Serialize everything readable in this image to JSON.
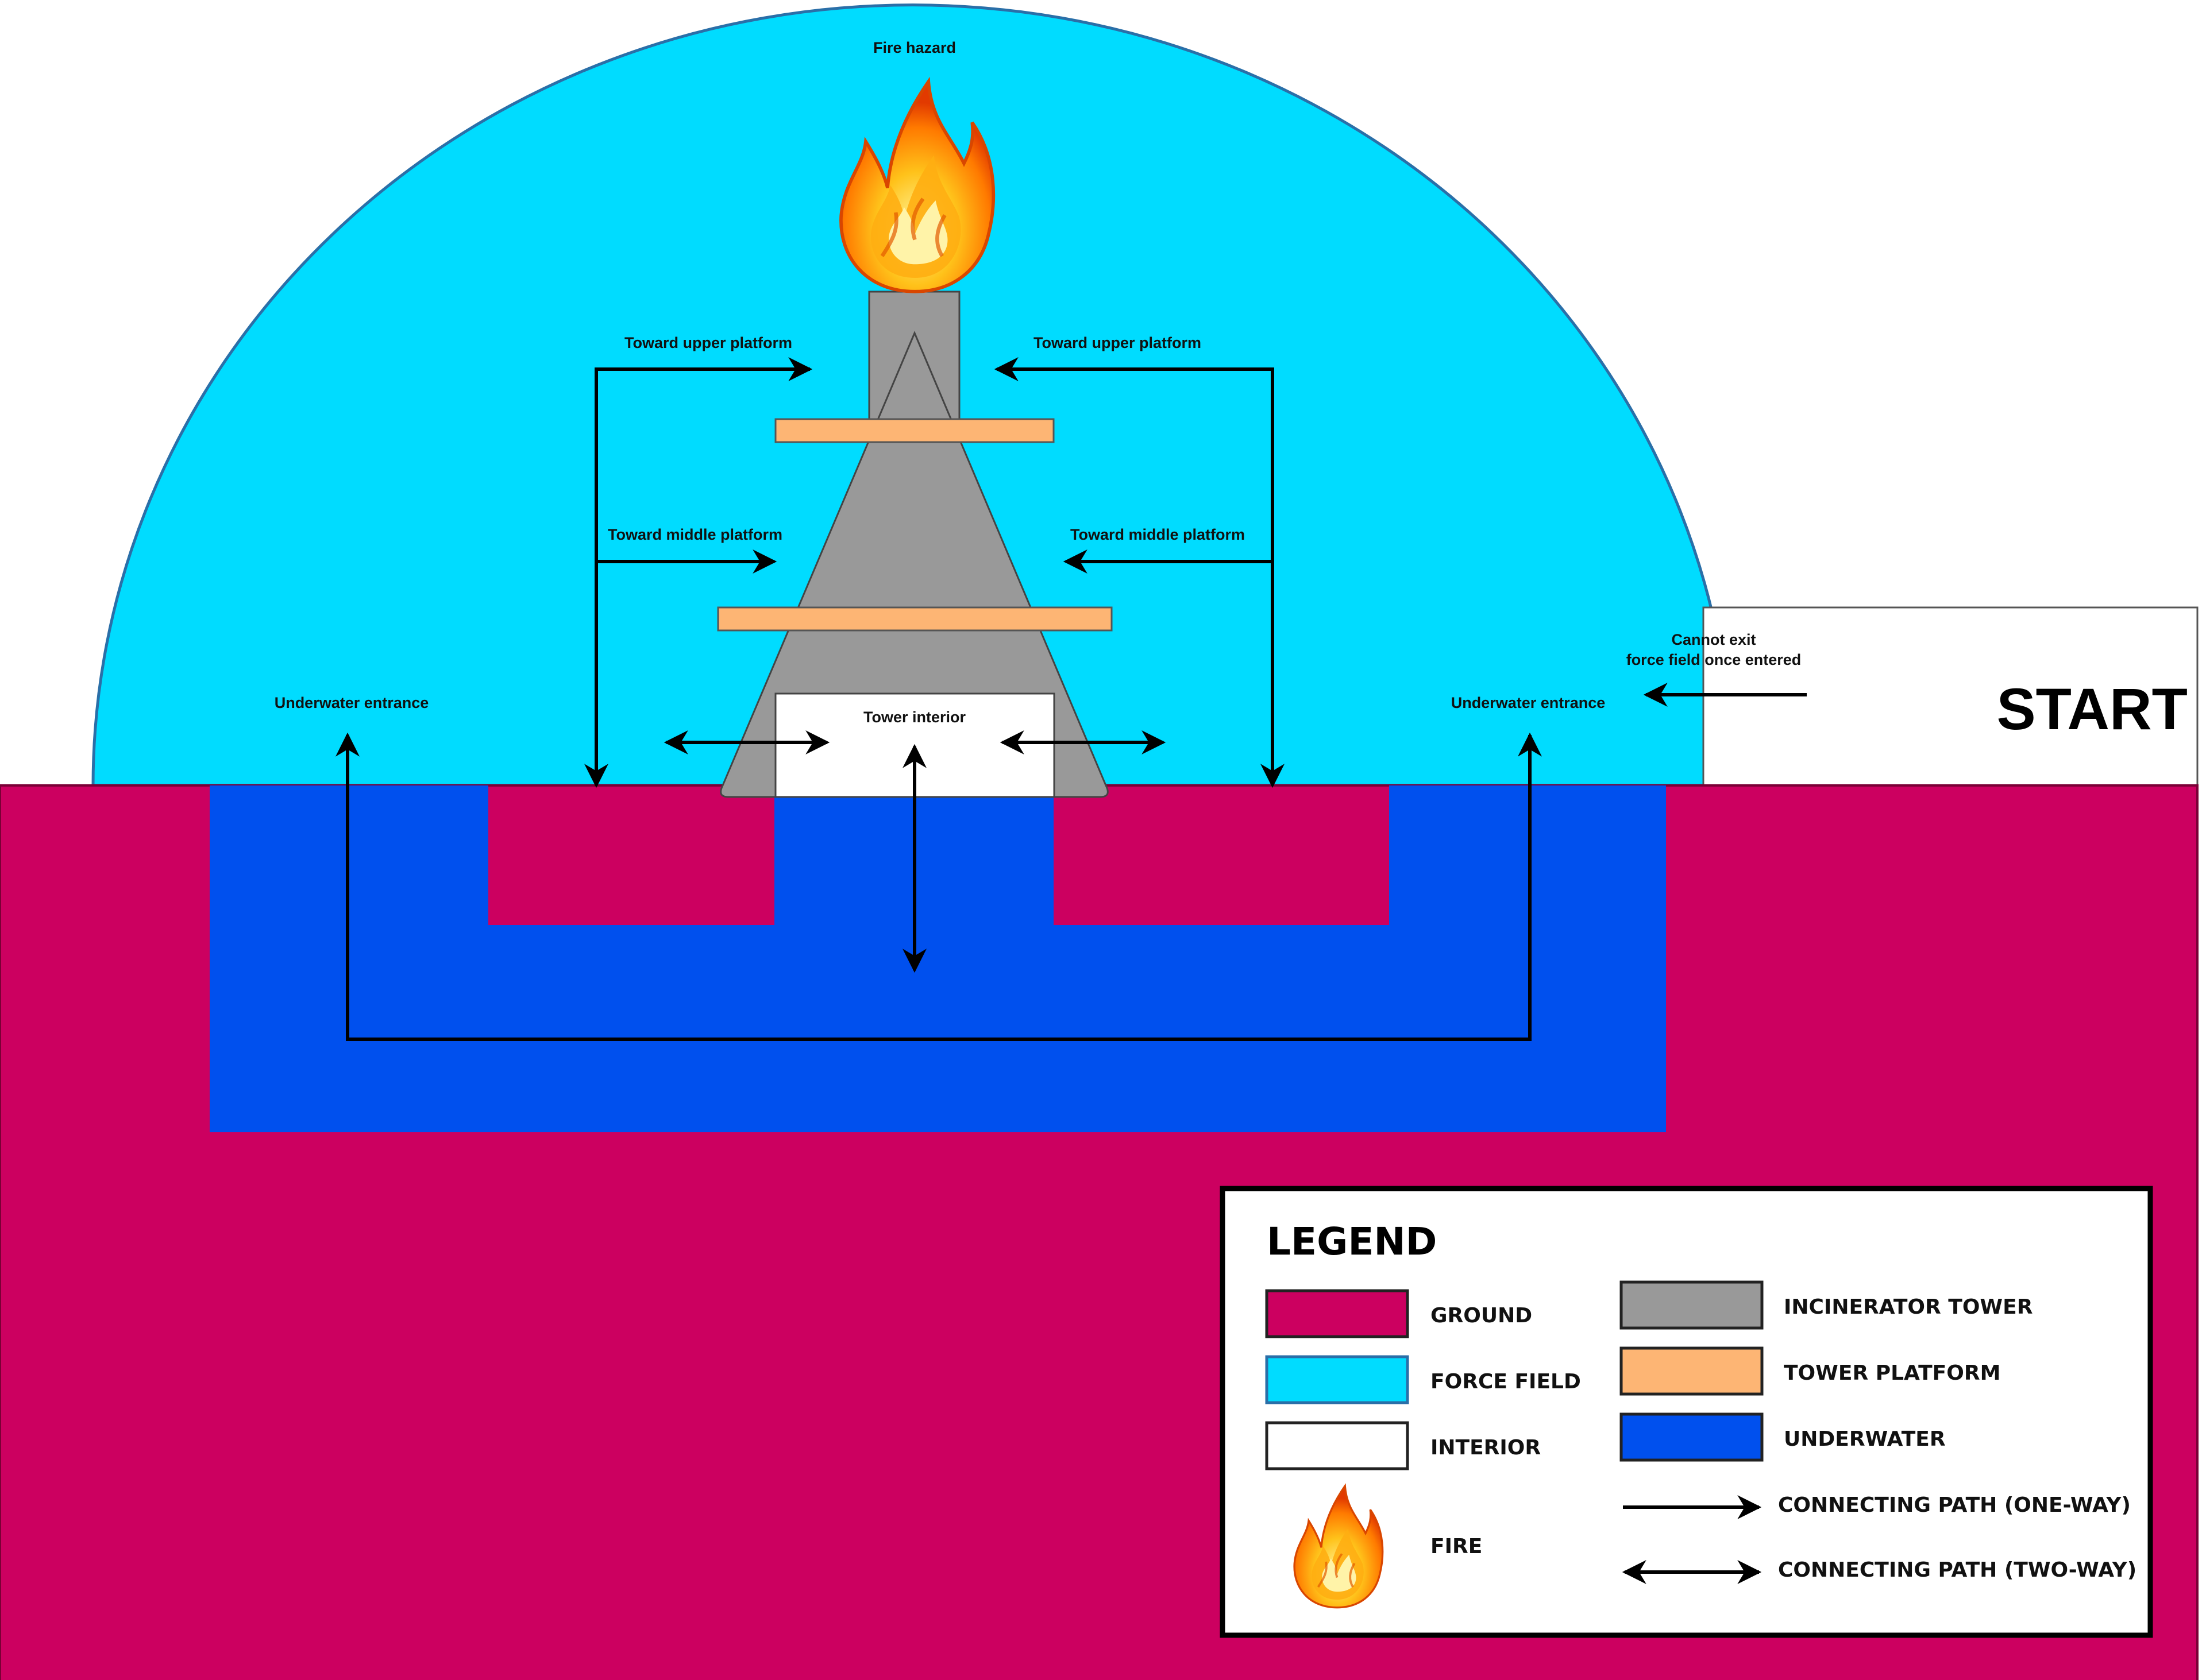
{
  "colors": {
    "ground": "#cc0060",
    "force_field": "#00dcff",
    "interior": "#ffffff",
    "tower": "#999999",
    "platform": "#fdb574",
    "underwater": "#0050ee",
    "arrow": "#000000"
  },
  "labels": {
    "fire_hazard": "Fire hazard",
    "upper_left": "Toward upper platform",
    "upper_right": "Toward upper platform",
    "middle_left": "Toward middle platform",
    "middle_right": "Toward middle platform",
    "underwater_left": "Underwater entrance",
    "underwater_right": "Underwater entrance",
    "tower_interior": "Tower interior",
    "cannot_exit_line1": "Cannot exit",
    "cannot_exit_line2": "force field once entered",
    "start": "START"
  },
  "legend": {
    "title": "LEGEND",
    "ground": "GROUND",
    "force_field": "FORCE FIELD",
    "interior": "INTERIOR",
    "fire": "FIRE",
    "incinerator_tower": "INCINERATOR TOWER",
    "tower_platform": "TOWER PLATFORM",
    "underwater": "UNDERWATER",
    "path_one_way": "CONNECTING PATH (ONE-WAY)",
    "path_two_way": "CONNECTING PATH (TWO-WAY)"
  },
  "icons": {
    "fire": "flame-icon"
  }
}
